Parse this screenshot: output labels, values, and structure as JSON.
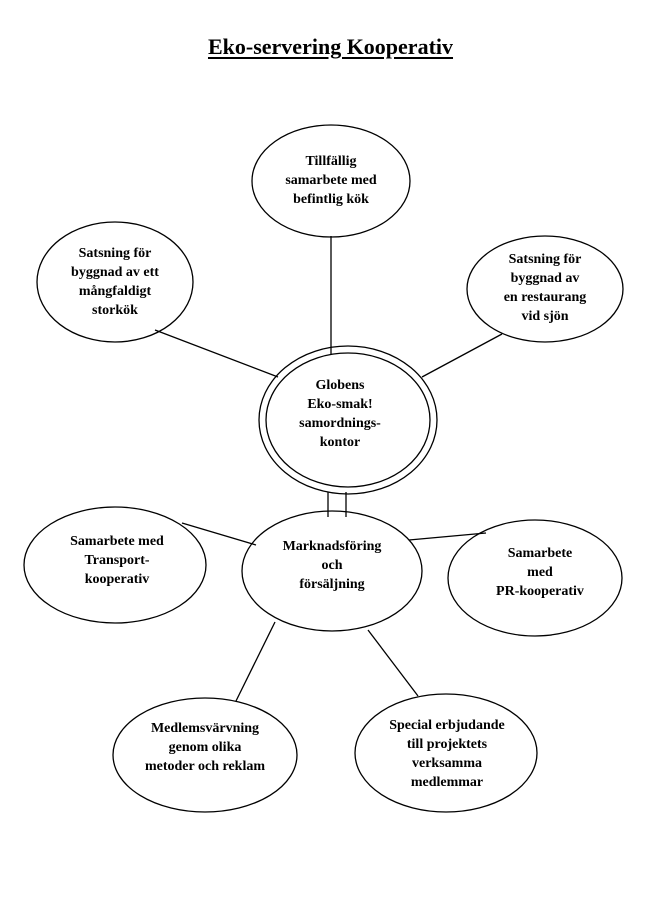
{
  "title": "Eko-servering Kooperativ",
  "nodes": {
    "center": {
      "lines": [
        "Globens",
        "Eko-smak!",
        "samordnings-",
        "kontor"
      ]
    },
    "top": {
      "lines": [
        "Tillfällig",
        "samarbete med",
        "befintlig kök"
      ]
    },
    "upper_left": {
      "lines": [
        "Satsning för",
        "byggnad av ett",
        "mångfaldigt",
        "storkök"
      ]
    },
    "upper_right": {
      "lines": [
        "Satsning för",
        "byggnad av",
        "en restaurang",
        "vid  sjön"
      ]
    },
    "marketing": {
      "lines": [
        "Marknadsföring",
        "och",
        "försäljning"
      ]
    },
    "left": {
      "lines": [
        "Samarbete med",
        "Transport-",
        "kooperativ"
      ]
    },
    "right": {
      "lines": [
        "Samarbete",
        "med",
        "PR-kooperativ"
      ]
    },
    "bottom_left": {
      "lines": [
        "Medlemsvärvning",
        "genom olika",
        "metoder och reklam"
      ]
    },
    "bottom_right": {
      "lines": [
        "Special erbjudande",
        "till projektets",
        "verksamma",
        "medlemmar"
      ]
    }
  }
}
